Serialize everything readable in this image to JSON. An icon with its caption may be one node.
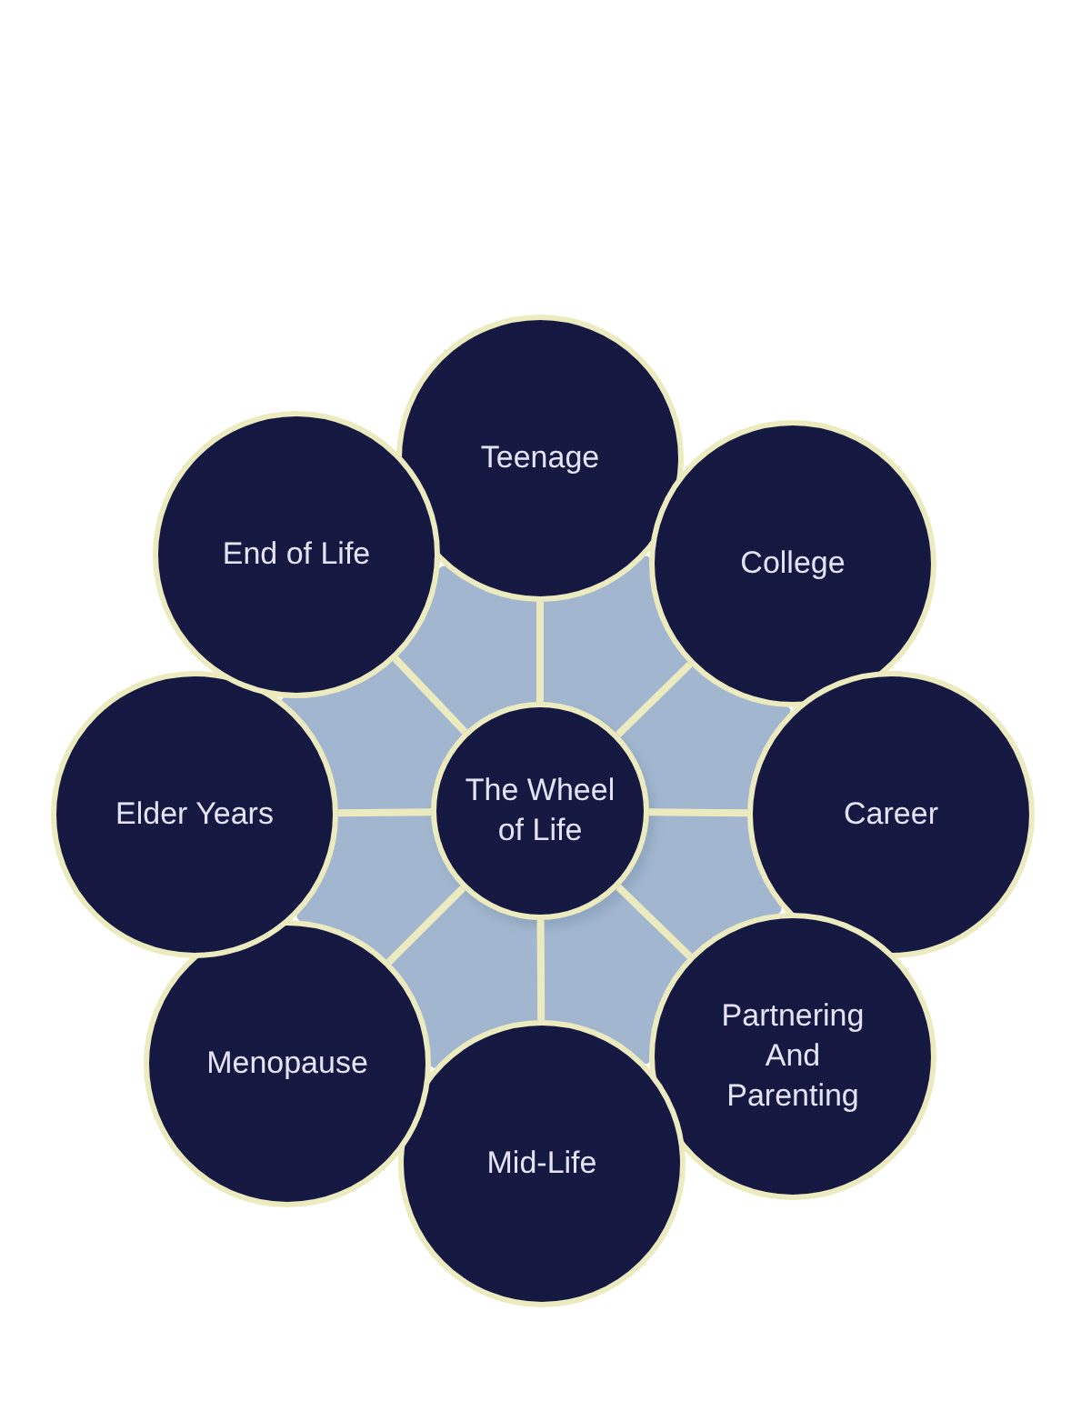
{
  "diagram": {
    "nodes": [
      {
        "text": [
          "The Wheel of Life"
        ]
      },
      {
        "text": [
          "Teenage"
        ]
      },
      {
        "text": [
          "College"
        ]
      },
      {
        "text": [
          "Career"
        ]
      },
      {
        "text": [
          "Partnering And Parenting"
        ]
      },
      {
        "text": [
          "Mid-Life"
        ]
      },
      {
        "text": [
          "Menopause"
        ]
      },
      {
        "text": [
          "Elder Years"
        ]
      },
      {
        "text": [
          "End of Life"
        ]
      }
    ],
    "edges": [
      {
        "from": 0,
        "to": 1,
        "arrow": "none"
      },
      {
        "from": 0,
        "to": 2,
        "arrow": "none"
      },
      {
        "from": 0,
        "to": 3,
        "arrow": "none"
      },
      {
        "from": 0,
        "to": 4,
        "arrow": "none"
      },
      {
        "from": 0,
        "to": 5,
        "arrow": "none"
      },
      {
        "from": 0,
        "to": 6,
        "arrow": "none"
      },
      {
        "from": 0,
        "to": 7,
        "arrow": "none"
      },
      {
        "from": 0,
        "to": 8,
        "arrow": "none"
      }
    ]
  }
}
